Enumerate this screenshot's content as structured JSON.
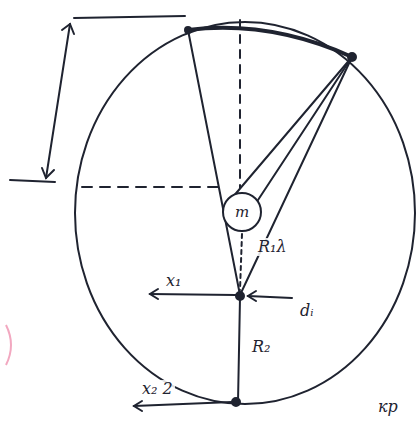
{
  "diagram": {
    "nodes": [
      {
        "text": [
          "m"
        ]
      }
    ],
    "labels": [
      "R₁λ",
      "dᵢ",
      "x₁",
      "R₂",
      "x₂ 2",
      "кр"
    ]
  }
}
